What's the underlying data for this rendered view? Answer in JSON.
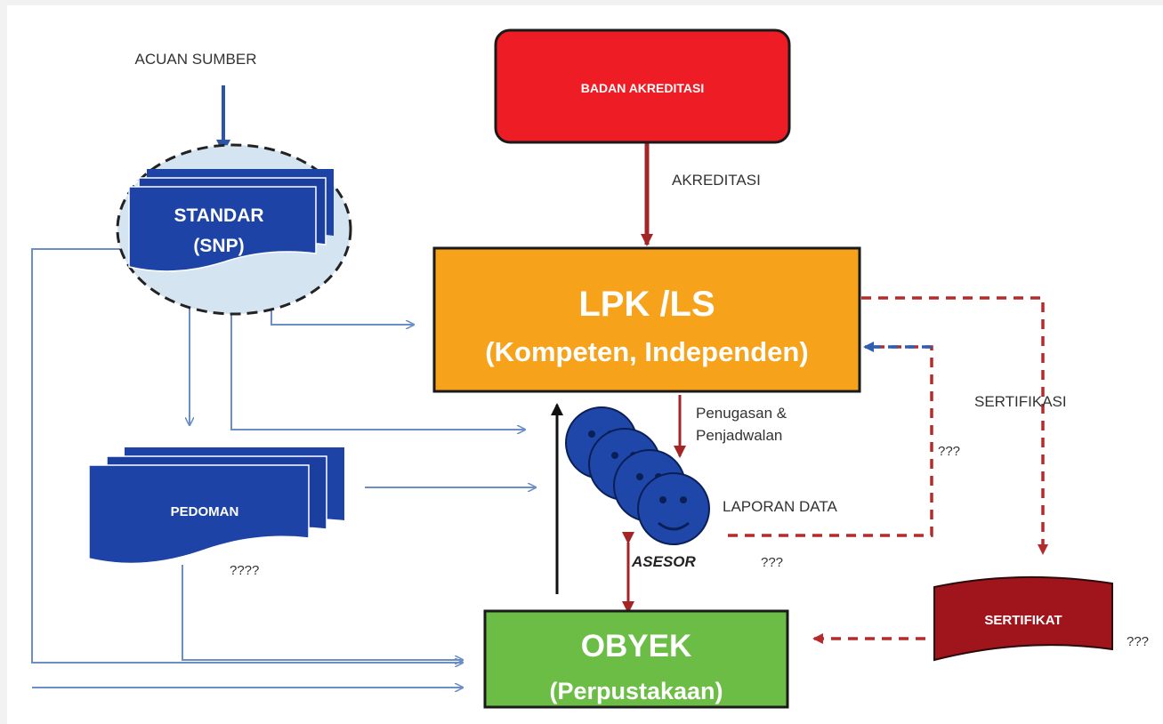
{
  "nodes": {
    "acuan_sumber": "ACUAN SUMBER",
    "badan_akreditasi": "BADAN AKREDITASI",
    "akreditasi": "AKREDITASI",
    "standar_line1": "STANDAR",
    "standar_line2": "(SNP)",
    "lpk_line1": "LPK /LS",
    "lpk_line2": "(Kompeten, Independen)",
    "sertifikasi": "SERTIFIKASI",
    "penugasan_line1": "Penugasan &",
    "penugasan_line2": "Penjadwalan",
    "q_right": "???",
    "pedoman": "PEDOMAN",
    "laporan_data": "LAPORAN DATA",
    "q_pedoman": "????",
    "asesor": "ASESOR",
    "q_asesor": "???",
    "sertifikat": "SERTIFIKAT",
    "q_sertifikat": "???",
    "obyek_line1": "OBYEK",
    "obyek_line2": "(Perpustakaan)"
  },
  "colors": {
    "badan": "#ee1c24",
    "lpk": "#f7a21b",
    "obyek": "#6cbd45",
    "standar": "#1d43a6",
    "sertifikat": "#a0141c",
    "arrow_blue": "#6b8ec7",
    "arrow_red": "#a42525",
    "dash_red": "#b52b2b",
    "dash_blue": "#2e5fb0",
    "asesor": "#1f47a9"
  }
}
